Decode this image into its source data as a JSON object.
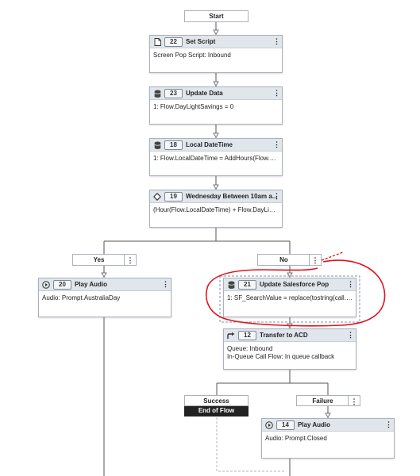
{
  "start_label": "Start",
  "nodes": {
    "set_script": {
      "num": "22",
      "title": "Set Script",
      "lines": [
        "Screen Pop Script: Inbound"
      ]
    },
    "update_data": {
      "num": "23",
      "title": "Update Data",
      "lines": [
        "1: Flow.DayLightSavings = 0"
      ]
    },
    "local_datetime": {
      "num": "18",
      "title": "Local DateTime",
      "lines": [
        "1: Flow.LocalDateTime = AddHours(Flow.S..."
      ]
    },
    "decision": {
      "num": "19",
      "title": "Wednesday Between 10am a...",
      "lines": [
        "(Hour(Flow.LocalDateTime) + Flow.DayLigh..."
      ]
    },
    "play_audio_yes": {
      "num": "20",
      "title": "Play Audio",
      "lines": [
        "Audio: Prompt.AustraliaDay"
      ]
    },
    "update_sf_pop": {
      "num": "21",
      "title": "Update Salesforce Pop",
      "lines": [
        "1: SF_SearchValue = replace(tostring(call.a..."
      ]
    },
    "transfer_acd": {
      "num": "12",
      "title": "Transfer to ACD",
      "lines": [
        "Queue: Inbound",
        "In-Queue Call Flow: In queue callback"
      ]
    },
    "play_audio_closed": {
      "num": "14",
      "title": "Play Audio",
      "lines": [
        "Audio: Prompt.Closed"
      ]
    }
  },
  "branches": {
    "yes": "Yes",
    "no": "No",
    "success": "Success",
    "failure": "Failure"
  },
  "end_of_flow": "End of Flow",
  "kebab": "⋮",
  "colors": {
    "header": "#e1e6ec",
    "border": "#a9b1bb",
    "annotation": "#e0141e",
    "end": "#222222"
  }
}
